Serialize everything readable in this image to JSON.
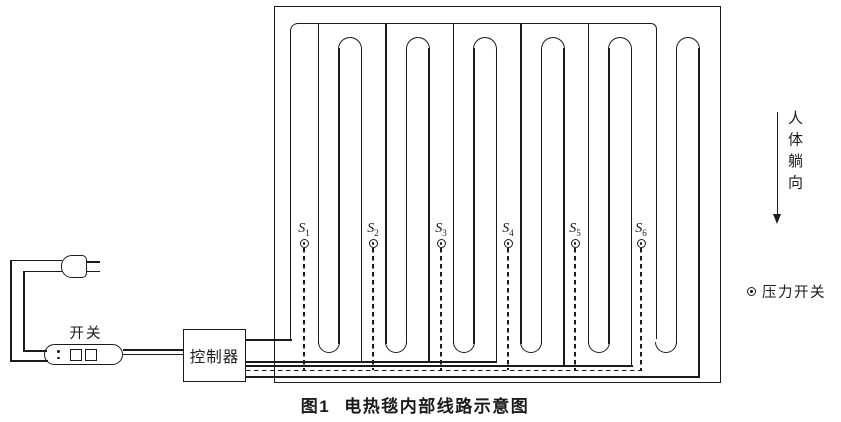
{
  "diagram": {
    "caption": {
      "prefix": "图1",
      "title": "电热毯内部线路示意图"
    },
    "switch_box_label": "开关",
    "controller_label": "控制器",
    "body_direction_label": "人体躺向",
    "legend": {
      "symbol": "pressure-switch-icon",
      "label": "压力开关"
    },
    "switches": [
      {
        "base": "S",
        "sub": "1"
      },
      {
        "base": "S",
        "sub": "2"
      },
      {
        "base": "S",
        "sub": "3"
      },
      {
        "base": "S",
        "sub": "4"
      },
      {
        "base": "S",
        "sub": "5"
      },
      {
        "base": "S",
        "sub": "6"
      }
    ],
    "colors": {
      "line": "#1b1b1b",
      "background": "#ffffff"
    }
  }
}
